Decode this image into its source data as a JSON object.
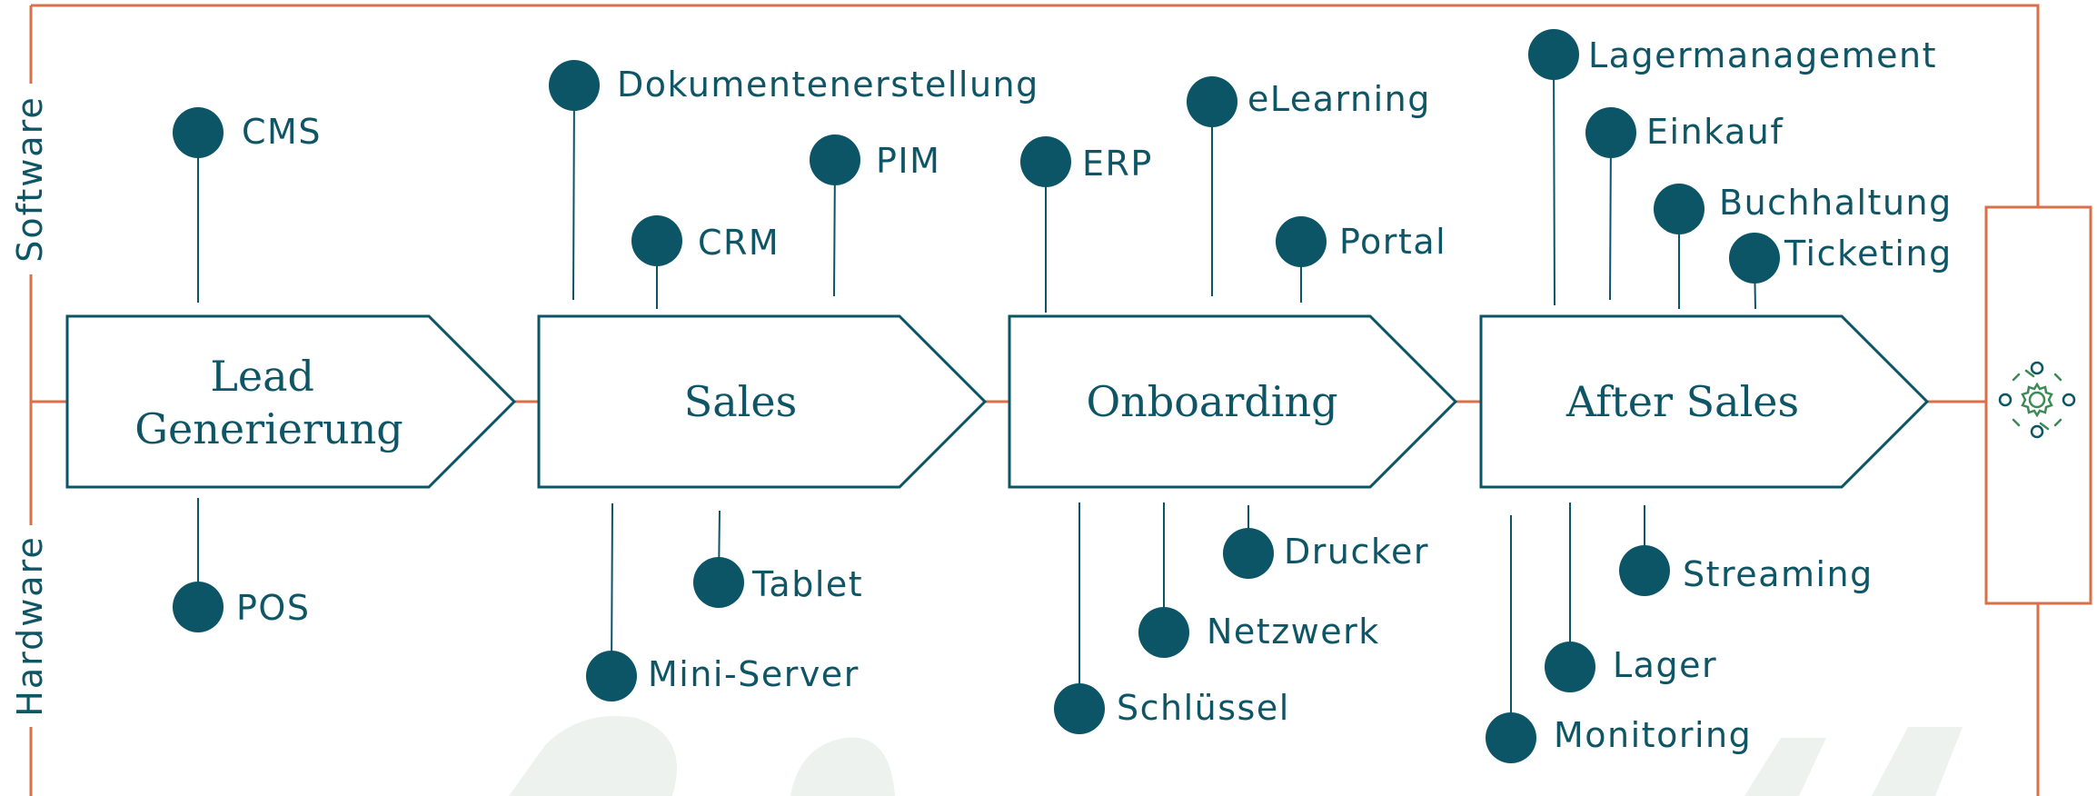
{
  "colors": {
    "frame": "#d9704a",
    "primary": "#0b5566",
    "icon_green": "#3c8a55",
    "watermark": "#edf2ef"
  },
  "axis_labels": {
    "top": "Software",
    "bottom": "Hardware"
  },
  "stages": [
    {
      "id": "lead",
      "label_lines": [
        "Lead",
        "Generierung"
      ]
    },
    {
      "id": "sales",
      "label_lines": [
        "Sales"
      ]
    },
    {
      "id": "onboarding",
      "label_lines": [
        "Onboarding"
      ]
    },
    {
      "id": "aftersales",
      "label_lines": [
        "After Sales"
      ]
    }
  ],
  "software": [
    "CMS",
    "Dokumentenerstellung",
    "CRM",
    "PIM",
    "ERP",
    "eLearning",
    "Portal",
    "Lagermanagement",
    "Einkauf",
    "Buchhaltung",
    "Ticketing"
  ],
  "hardware": [
    "POS",
    "Mini-Server",
    "Tablet",
    "Schlüssel",
    "Netzwerk",
    "Drucker",
    "Monitoring",
    "Lager",
    "Streaming"
  ],
  "end_icon": "gear-network-icon"
}
